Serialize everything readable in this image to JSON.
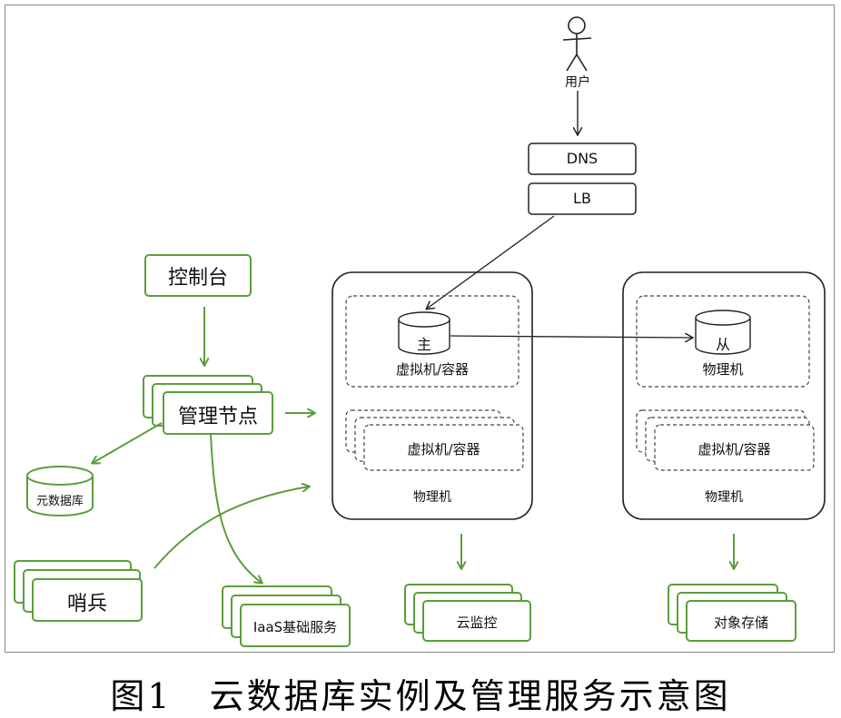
{
  "colors": {
    "green": "#5a9e3a",
    "ink": "#222222",
    "frame": "#8a8a8a"
  },
  "nodes": {
    "user": "用户",
    "dns": "DNS",
    "lb": "LB",
    "console": "控制台",
    "mgmt_node": "管理节点",
    "meta_db": "元数据库",
    "sentinel": "哨兵",
    "iaas": "IaaS基础服务",
    "monitor": "云监控",
    "object_storage": "对象存储",
    "left_host": {
      "master": "主",
      "master_vm": "虚拟机/容器",
      "vms": "虚拟机/容器",
      "label": "物理机"
    },
    "right_host": {
      "slave": "从",
      "slave_label": "物理机",
      "vms": "虚拟机/容器",
      "label": "物理机"
    }
  },
  "caption": "图1　云数据库实例及管理服务示意图"
}
